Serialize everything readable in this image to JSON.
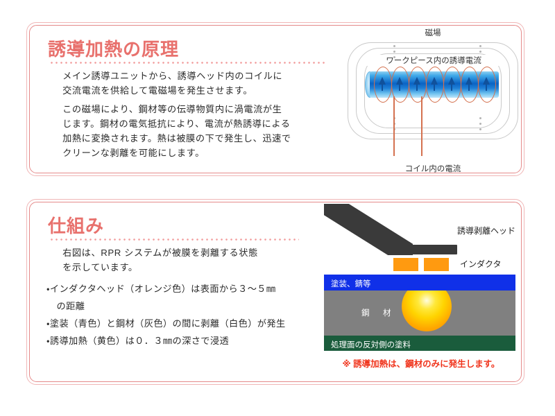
{
  "sections": [
    {
      "id": "principle",
      "heading": "誘導加熱の原理",
      "paragraphs": [
        "メイン誘導ユニットから、誘導ヘッド内のコイルに\n交流電流を供給して電磁場を発生させます。",
        "この磁場により、鋼材等の伝導物質内に渦電流が生\nじます。鋼材の電気抵抗により、電流が熱誘導による\n加熱に変換されます。熱は被膜の下で発生し、迅速で\nクリーンな剥離を可能にします。"
      ],
      "diagram": {
        "name": "induction-coil-diagram",
        "label_field": "磁場",
        "label_eddy_current": "ワークピース内の誘導電流",
        "label_coil_current": "コイル内の電流",
        "coil_turns": 7,
        "colors": {
          "workpiece": "#0b63c4",
          "coil": "#d4714f",
          "arrow": "#10519c",
          "field_line": "#c9c9c9"
        }
      }
    },
    {
      "id": "mechanism",
      "heading": "仕組み",
      "paragraphs": [
        "右図は、RPR システムが被膜を剥離する状態\nを示しています。"
      ],
      "bullets": [
        {
          "text": "・インダクタヘッド（オレンジ色）は表面から３～５㎜",
          "cont": "の距離"
        },
        {
          "text": "・塗装（青色）と鋼材（灰色）の間に剥離（白色）が発生",
          "cont": ""
        },
        {
          "text": "・誘導加熱（黄色）は０．３㎜の深さで浸透",
          "cont": ""
        }
      ],
      "diagram": {
        "name": "rpr-stripping-diagram",
        "label_head": "誘導剥離ヘッド",
        "label_inductor": "インダクタ",
        "layers": [
          {
            "name": "coating",
            "label": "塗装、錆等",
            "color": "#1030e8"
          },
          {
            "name": "steel",
            "label": "鋼　材",
            "color": "#808080"
          },
          {
            "name": "backside-paint",
            "label": "処理面の反対側の塗料",
            "color": "#1a5c3c"
          }
        ],
        "inductor_color": "#ff9a10",
        "head_color": "#3a3a3a",
        "glow_color": "#ffd400",
        "warning": "※ 誘導加熱は、鋼材のみに発生します。"
      }
    }
  ],
  "theme": {
    "heading_color": "#e8716d",
    "border_outer": "#f0b6b6",
    "border_inner": "#e58a8a",
    "background": "#ffffff"
  }
}
